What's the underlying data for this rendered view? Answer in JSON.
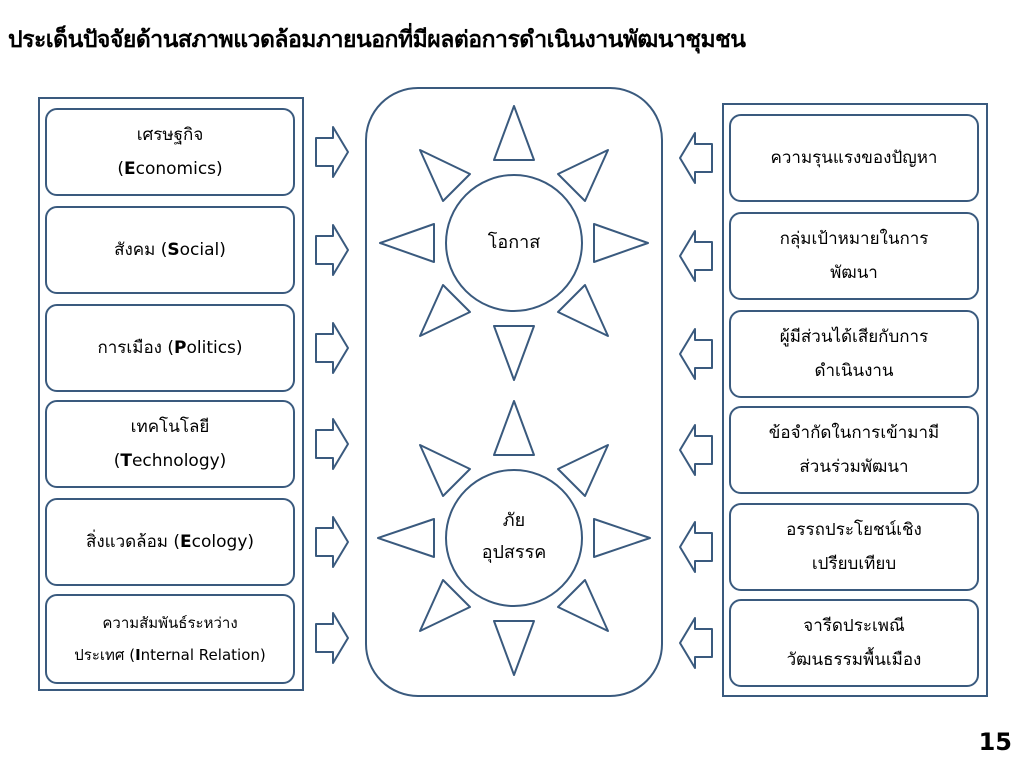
{
  "title": "ประเด็นปัจจัยด้านสภาพแวดล้อมภายนอกที่มีผลต่อการดำเนินงานพัฒนาชุมชน",
  "left_factors": [
    {
      "line1": "เศรษฐกิจ",
      "prefix": "(",
      "bold": "E",
      "rest": "conomics)"
    },
    {
      "line1": "",
      "prefix": "สังคม (",
      "bold": "S",
      "rest": "ocial)"
    },
    {
      "line1": "",
      "prefix": "การเมือง (",
      "bold": "P",
      "rest": "olitics)"
    },
    {
      "line1": "เทคโนโลยี",
      "prefix": "(",
      "bold": "T",
      "rest": "echnology)"
    },
    {
      "line1": "",
      "prefix": "สิ่งแวดล้อม (",
      "bold": "E",
      "rest": "cology)"
    },
    {
      "line1": "ความสัมพันธ์ระหว่าง",
      "prefix": "ประเทศ (",
      "bold": "I",
      "rest": "nternal Relation)"
    }
  ],
  "center": {
    "opportunity": "โอกาส",
    "threat_line1": "ภัย",
    "threat_line2": "อุปสรรค"
  },
  "right_factors": [
    {
      "line1": "ความรุนแรงของปัญหา",
      "line2": ""
    },
    {
      "line1": "กลุ่มเป้าหมายในการ",
      "line2": "พัฒนา"
    },
    {
      "line1": "ผู้มีส่วนได้เสียกับการ",
      "line2": "ดำเนินงาน"
    },
    {
      "line1": "ข้อจำกัดในการเข้ามามี",
      "line2": "ส่วนร่วมพัฒนา"
    },
    {
      "line1": "อรรถประโยชน์เชิง",
      "line2": "เปรียบเทียบ"
    },
    {
      "line1": "จารีดประเพณี",
      "line2": "วัฒนธรรมพื้นเมือง"
    }
  ],
  "page_number": "15",
  "colors": {
    "stroke": "#3a5a7e",
    "background": "#ffffff"
  }
}
